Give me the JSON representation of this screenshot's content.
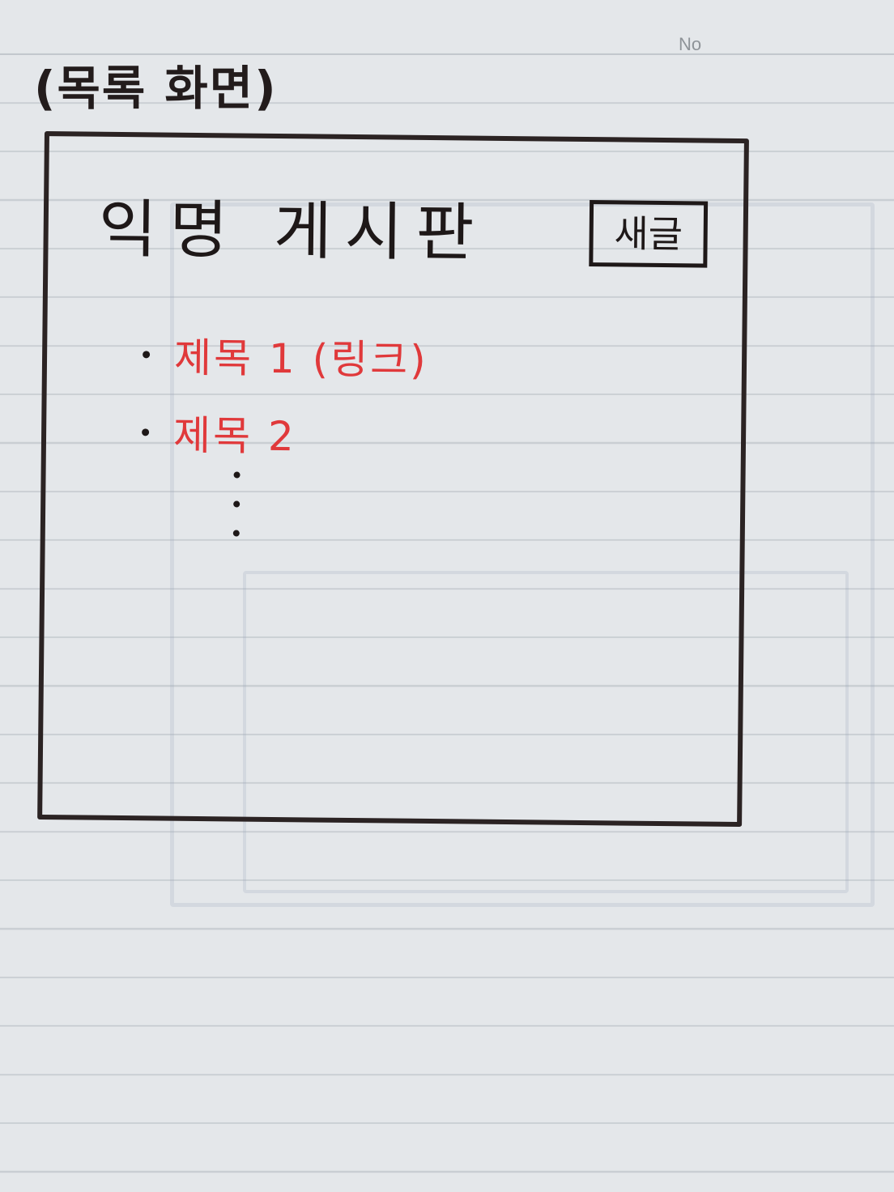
{
  "page_no_label": "No",
  "screen_label": "(목록 화면)",
  "board": {
    "title": "익명 게시판",
    "new_post_button": "새글",
    "posts": [
      {
        "title": "제목 1 (링크)"
      },
      {
        "title": "제목 2"
      }
    ]
  },
  "colors": {
    "link": "#e0393b",
    "ink": "#1e1818"
  }
}
